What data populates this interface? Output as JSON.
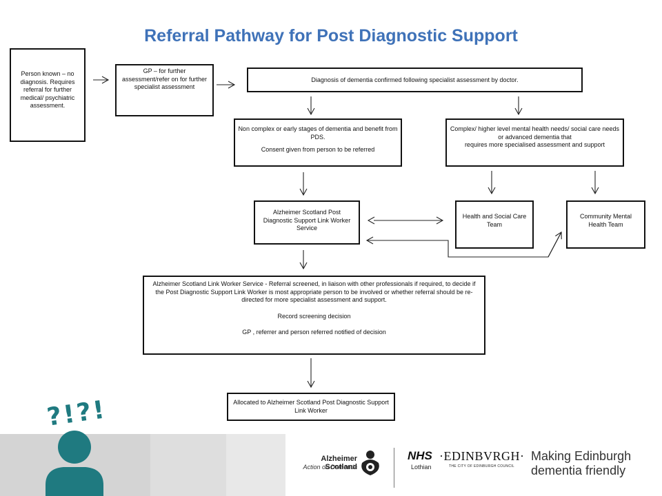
{
  "title": "Referral Pathway for Post Diagnostic Support",
  "boxes": {
    "person_known": "Person known – no diagnosis. Requires referral for further medical/ psychiatric assessment.",
    "gp": "GP – for further assessment/refer on for further specialist assessment",
    "diagnosis": "Diagnosis of  dementia confirmed following specialist assessment by doctor.",
    "non_complex_1": "Non complex or early stages of dementia and benefit from PDS.",
    "non_complex_2": "Consent given from person to be referred",
    "complex_1": "Complex/  higher level mental health needs/ social care needs",
    "complex_2": "or  advanced dementia that",
    "complex_3": "requires more specialised assessment and support",
    "alzheimer_pds": "Alzheimer Scotland Post Diagnostic Support Link Worker Service",
    "health_social": "Health and Social Care Team",
    "cmht": "Community Mental Health Team",
    "screening_1": "Alzheimer Scotland Link Worker Service - Referral screened, in liaison with other professionals if required, to decide if the Post Diagnostic Support Link Worker is most appropriate person to be involved or whether referral should be re-directed for more specialist assessment and support.",
    "screening_2": "Record screening decision",
    "screening_3": "GP , referrer  and person referred notified of decision",
    "allocated": "Allocated to Alzheimer Scotland Post Diagnostic Support Link Worker"
  },
  "footer": {
    "question_marks": "?!?!",
    "alz_name": "Alzheimer Scotland",
    "alz_tagline": "Action on Dementia",
    "nhs": "NHS",
    "nhs_sub": "Lothian",
    "edinburgh": "·EDINBVRGH·",
    "edinburgh_sub": "THE CITY OF EDINBURGH COUNCIL",
    "slogan_1": "Making Edinburgh",
    "slogan_2": "dementia friendly"
  },
  "colors": {
    "title": "#3f72b8",
    "teal_icon": "#1f7a80",
    "nhs_blue": "#005eb8"
  }
}
